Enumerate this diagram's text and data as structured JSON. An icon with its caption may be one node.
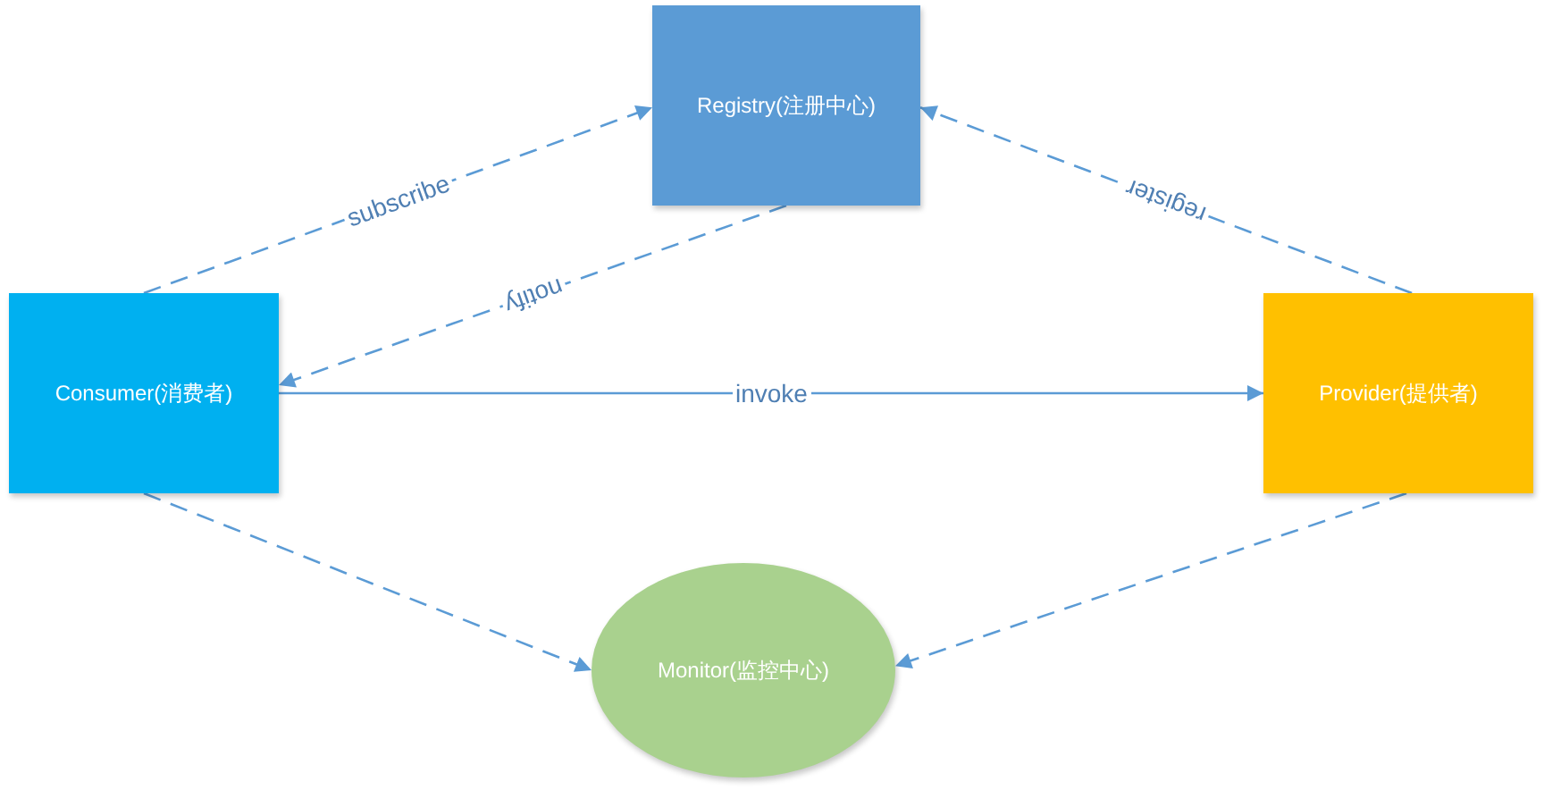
{
  "diagram": {
    "nodes": [
      {
        "text": [
          "Registry(注册中心)"
        ]
      },
      {
        "text": [
          "Consumer(消费者)"
        ]
      },
      {
        "text": [
          "Provider(提供者)"
        ]
      },
      {
        "text": [
          "Monitor(监控中心)"
        ]
      }
    ],
    "edges": [
      {
        "from": 1,
        "to": 0,
        "arrow": "to",
        "label": "subscribe",
        "style": "dashed"
      },
      {
        "from": 0,
        "to": 1,
        "arrow": "to",
        "label": "notify",
        "style": "dashed"
      },
      {
        "from": 2,
        "to": 0,
        "arrow": "to",
        "label": "register",
        "style": "dashed"
      },
      {
        "from": 1,
        "to": 2,
        "arrow": "to",
        "label": "invoke"
      },
      {
        "from": 1,
        "to": 3,
        "arrow": "to",
        "style": "dashed"
      },
      {
        "from": 2,
        "to": 3,
        "arrow": "to",
        "style": "dashed"
      }
    ]
  }
}
